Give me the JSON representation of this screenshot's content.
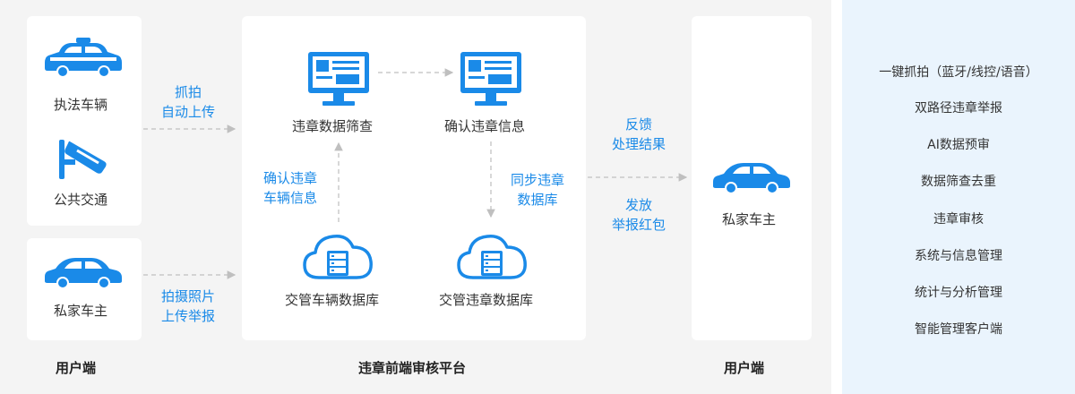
{
  "colors": {
    "accent": "#1a8ae8",
    "arrow": "#bfbfbf",
    "panel": "#f4f4f4",
    "side_panel": "#eaf4fd"
  },
  "left": {
    "top_card": {
      "item1": {
        "label": "执法车辆",
        "icon": "police-car-icon"
      },
      "item2": {
        "label": "公共交通",
        "icon": "surveillance-camera-icon"
      }
    },
    "bottom_card": {
      "label": "私家车主",
      "icon": "car-icon"
    },
    "caption": "用户端"
  },
  "flow_labels": {
    "capture": [
      "抓拍",
      "自动上传"
    ],
    "photo_report": [
      "拍摄照片",
      "上传举报"
    ],
    "confirm_vehicle": [
      "确认违章",
      "车辆信息"
    ],
    "sync": [
      "同步违章",
      "数据库"
    ],
    "feedback": [
      "反馈",
      "处理结果"
    ],
    "reward": [
      "发放",
      "举报红包"
    ]
  },
  "center": {
    "screening": {
      "label": "违章数据筛查",
      "icon": "monitor-icon"
    },
    "confirm": {
      "label": "确认违章信息",
      "icon": "monitor-icon"
    },
    "vehicle_db": {
      "label": "交管车辆数据库",
      "icon": "cloud-database-icon"
    },
    "violation_db": {
      "label": "交管违章数据库",
      "icon": "cloud-database-icon"
    },
    "caption": "违章前端审核平台"
  },
  "right": {
    "owner": {
      "label": "私家车主",
      "icon": "car-icon"
    },
    "caption": "用户端"
  },
  "features": [
    "一键抓拍（蓝牙/线控/语音）",
    "双路径违章举报",
    "AI数据预审",
    "数据筛查去重",
    "违章审核",
    "系统与信息管理",
    "统计与分析管理",
    "智能管理客户端"
  ]
}
